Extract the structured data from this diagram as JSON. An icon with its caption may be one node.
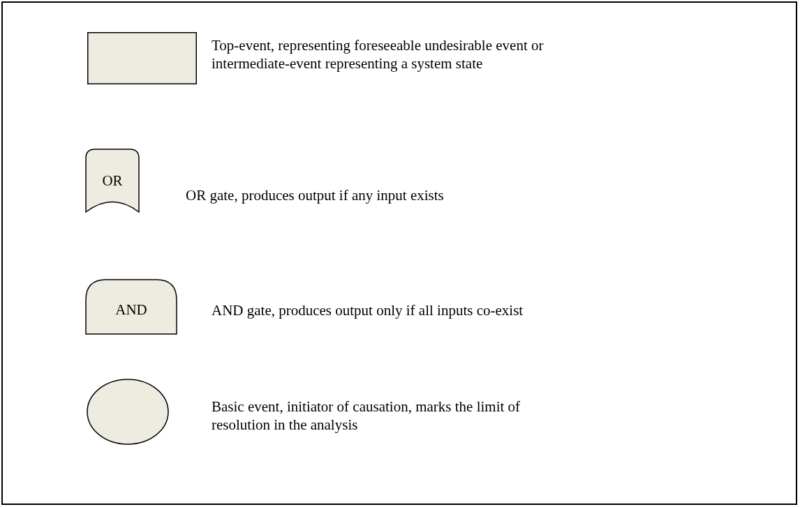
{
  "diagram": {
    "nodes": [
      {
        "text": [],
        "shape": "box",
        "beside": [
          "Top-event, representing foreseeable undesirable event or intermediate-event representing a system state"
        ]
      },
      {
        "text": [
          "OR"
        ],
        "beside": [
          "OR gate, produces output if any input exists"
        ]
      },
      {
        "text": [
          "AND"
        ],
        "beside": [
          "AND gate, produces output only if all inputs co-exist"
        ]
      },
      {
        "text": [],
        "shape": "ellipse",
        "beside": [
          "Basic event, initiator of causation, marks the limit of resolution in the analysis"
        ]
      }
    ]
  }
}
